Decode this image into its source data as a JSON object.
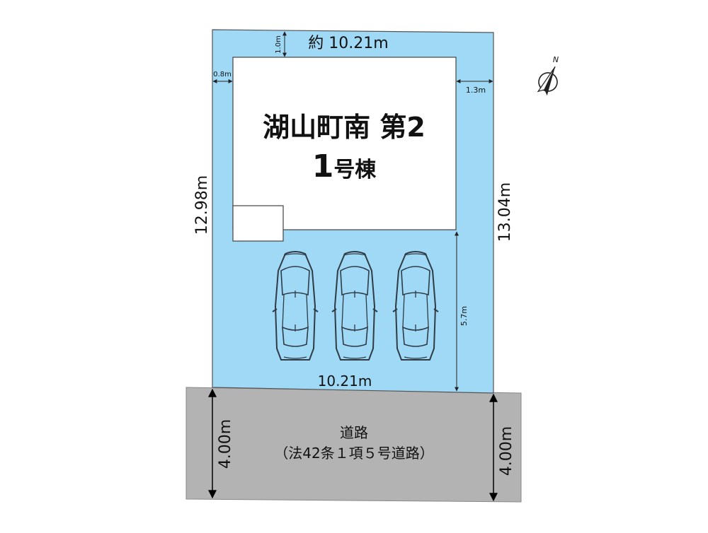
{
  "lot": {
    "fill": "#9fd9f6",
    "road_fill": "#b3b3b3",
    "title_line1": "湖山町南 第2",
    "title_line2_num": "1",
    "title_line2_suffix": "号棟"
  },
  "dimensions": {
    "top": "約 10.21m",
    "bottom": "10.21m",
    "left": "12.98m",
    "right": "13.04m",
    "setback_top": "1.0m",
    "setback_left": "0.8m",
    "setback_right": "1.3m",
    "parking_depth": "5.7m",
    "road_left": "4.00m",
    "road_right": "4.00m"
  },
  "road": {
    "label_line1": "道路",
    "label_line2": "（法42条１項５号道路）"
  },
  "compass": {
    "label": "N"
  },
  "cars": [
    {
      "name": "car-1"
    },
    {
      "name": "car-2"
    },
    {
      "name": "car-3"
    }
  ]
}
